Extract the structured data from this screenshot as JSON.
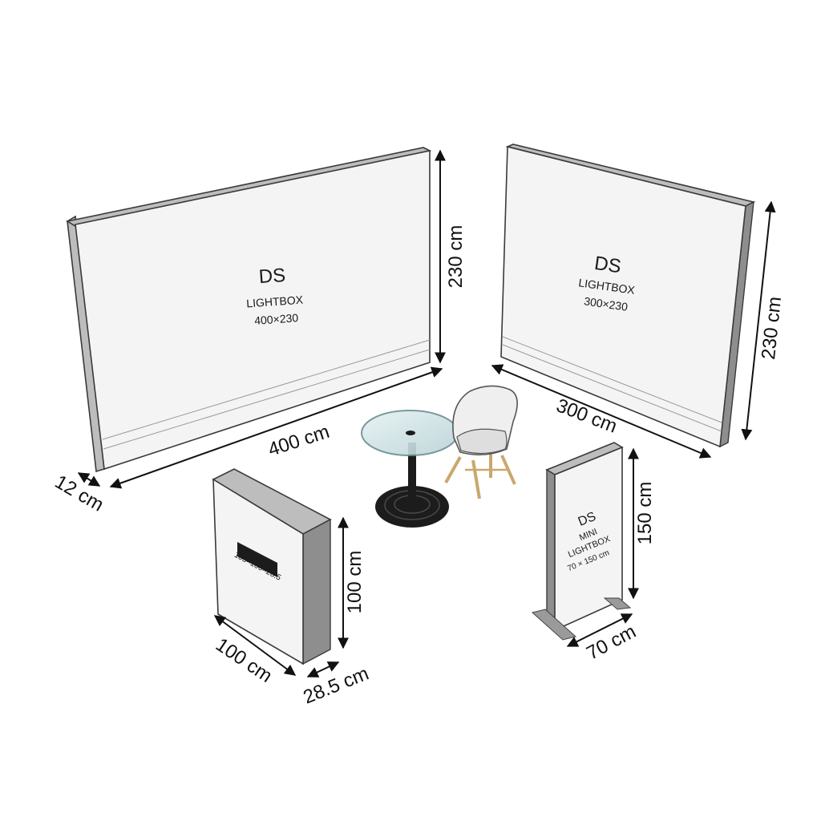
{
  "large_lightbox": {
    "title": "DS",
    "subtitle": "LIGHTBOX",
    "size": "400×230",
    "width_dim": "400 cm",
    "height_dim": "230 cm",
    "depth_dim": "12 cm"
  },
  "medium_lightbox": {
    "title": "DS",
    "subtitle": "LIGHTBOX",
    "size": "300×230",
    "width_dim": "300 cm",
    "height_dim": "230 cm"
  },
  "cube_lightbox": {
    "label_text": "105×100×28.5",
    "width_dim": "100 cm",
    "height_dim": "100 cm",
    "depth_dim": "28.5 cm"
  },
  "mini_lightbox": {
    "title": "DS",
    "line1": "MINI",
    "line2": "LIGHTBOX",
    "size": "70 × 150 cm",
    "height_dim": "150 cm",
    "width_dim": "70 cm"
  }
}
